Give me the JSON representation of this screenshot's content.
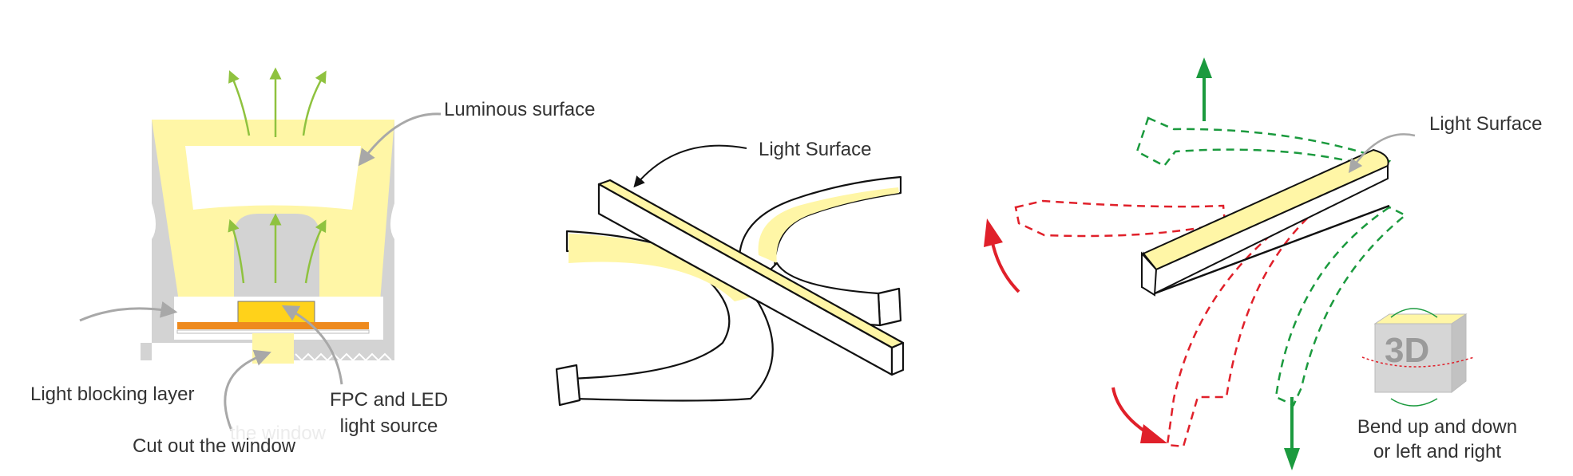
{
  "panel_left": {
    "labels": {
      "luminous_surface": "Luminous surface",
      "light_blocking_layer": "Light blocking layer",
      "fpc_led_line1": "FPC and LED",
      "fpc_led_line2": "light source",
      "cut_out_window": "Cut out the window"
    }
  },
  "panel_middle": {
    "labels": {
      "light_surface": "Light Surface"
    }
  },
  "panel_right": {
    "labels": {
      "light_surface": "Light Surface",
      "bend_line1": "Bend up and down",
      "bend_line2": "or left and right",
      "cube_text": "3D"
    }
  },
  "colors": {
    "profile_gray": "#d3d3d3",
    "light_yellow": "#fff6a6",
    "led_orange": "#ee8a1e",
    "led_yellow": "#ffd21a",
    "arrow_green": "#8fc23f",
    "dash_green": "#1b9a3e",
    "dash_red": "#e0202a",
    "leader_gray": "#a8a8a8",
    "text": "#333333"
  }
}
